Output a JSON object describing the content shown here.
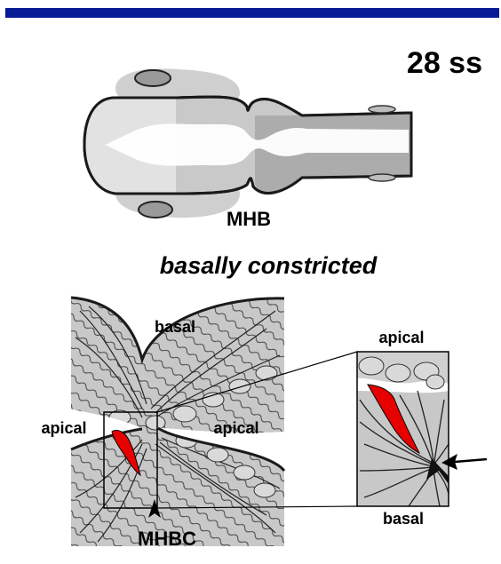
{
  "colors": {
    "top_bar": "#071b97",
    "tissue_gray": "#c8c8c8",
    "light_gray": "#e6e6e6",
    "dark_gray": "#9e9e9e",
    "highlight_cell": "#e60000",
    "outline": "#1a1a1a"
  },
  "stage": {
    "label": "28 ss"
  },
  "top_panel": {
    "region_label": "MHB",
    "view": "dorsal view of embryonic brain"
  },
  "condition": {
    "label": "basally constricted"
  },
  "schematic": {
    "basal_label": "basal",
    "apical_left_label": "apical",
    "apical_right_label": "apical",
    "constriction_label": "MHBC"
  },
  "inset": {
    "apical_label": "apical",
    "basal_label": "basal"
  },
  "icons": {
    "arrow": "arrow-left-icon",
    "arrowhead": "arrowhead-up-icon"
  }
}
